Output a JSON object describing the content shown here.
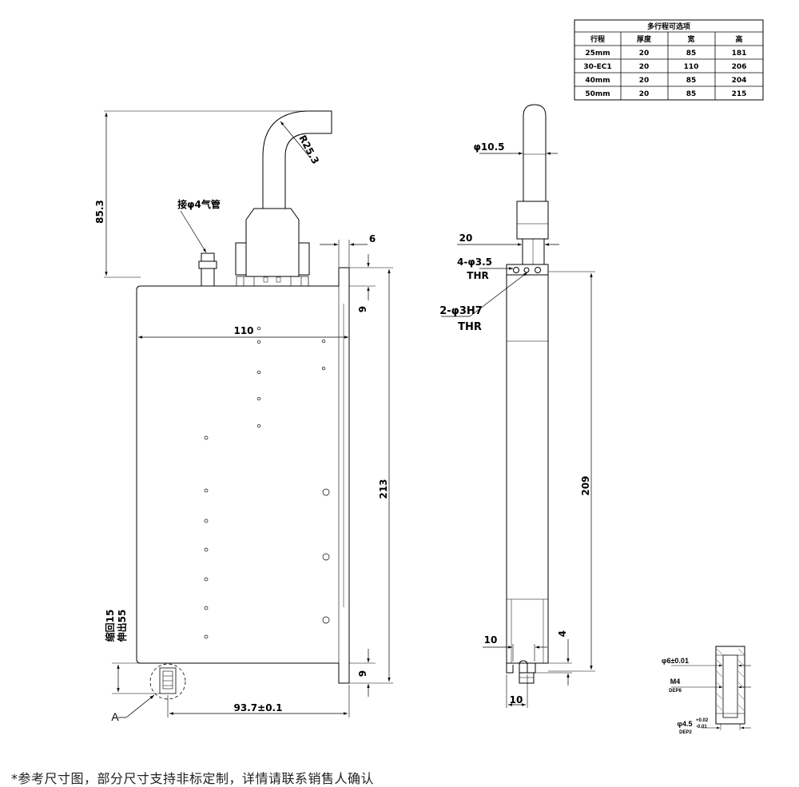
{
  "table": {
    "title": "多行程可选项",
    "headers": [
      "行程",
      "厚度",
      "宽",
      "高"
    ],
    "rows": [
      [
        "25mm",
        "20",
        "85",
        "181"
      ],
      [
        "30-EC1",
        "20",
        "110",
        "206"
      ],
      [
        "40mm",
        "20",
        "85",
        "204"
      ],
      [
        "50mm",
        "20",
        "85",
        "215"
      ]
    ]
  },
  "front_view": {
    "dim_top_height": "85.3",
    "dim_bend_radius": "R25.3",
    "air_fitting_label": "接φ4气管",
    "dim_gap_top": "6",
    "dim_upper_offset": "9",
    "dim_width": "110",
    "dim_total_height": "213",
    "stroke_label_retract": "缩回15",
    "stroke_label_extend": "伸出55",
    "dim_lower_offset": "9",
    "dim_bottom_width": "93.7±0.1",
    "detail_callout": "A"
  },
  "side_view": {
    "dim_shaft_dia": "φ10.5",
    "dim_block_width": "20",
    "hole_label_a": "4-φ3.5",
    "hole_label_a_sub": "THR",
    "hole_label_b": "2-φ3H7",
    "hole_label_b_sub": "THR",
    "dim_body_height": "209",
    "dim_bottom_upper": "10",
    "dim_bottom_offset": "4",
    "dim_bottom_lower": "10"
  },
  "detail_view": {
    "dim_counterbore": "φ6±0.01",
    "thread_label": "M4",
    "thread_depth": "DEP8",
    "pin_hole_main": "φ4.5",
    "pin_hole_tol_upper": "+0.02",
    "pin_hole_tol_lower": "-0.01",
    "pin_hole_depth": "DEP2"
  },
  "footnote": "*参考尺寸图，部分尺寸支持非标定制，详情请联系销售人确认"
}
